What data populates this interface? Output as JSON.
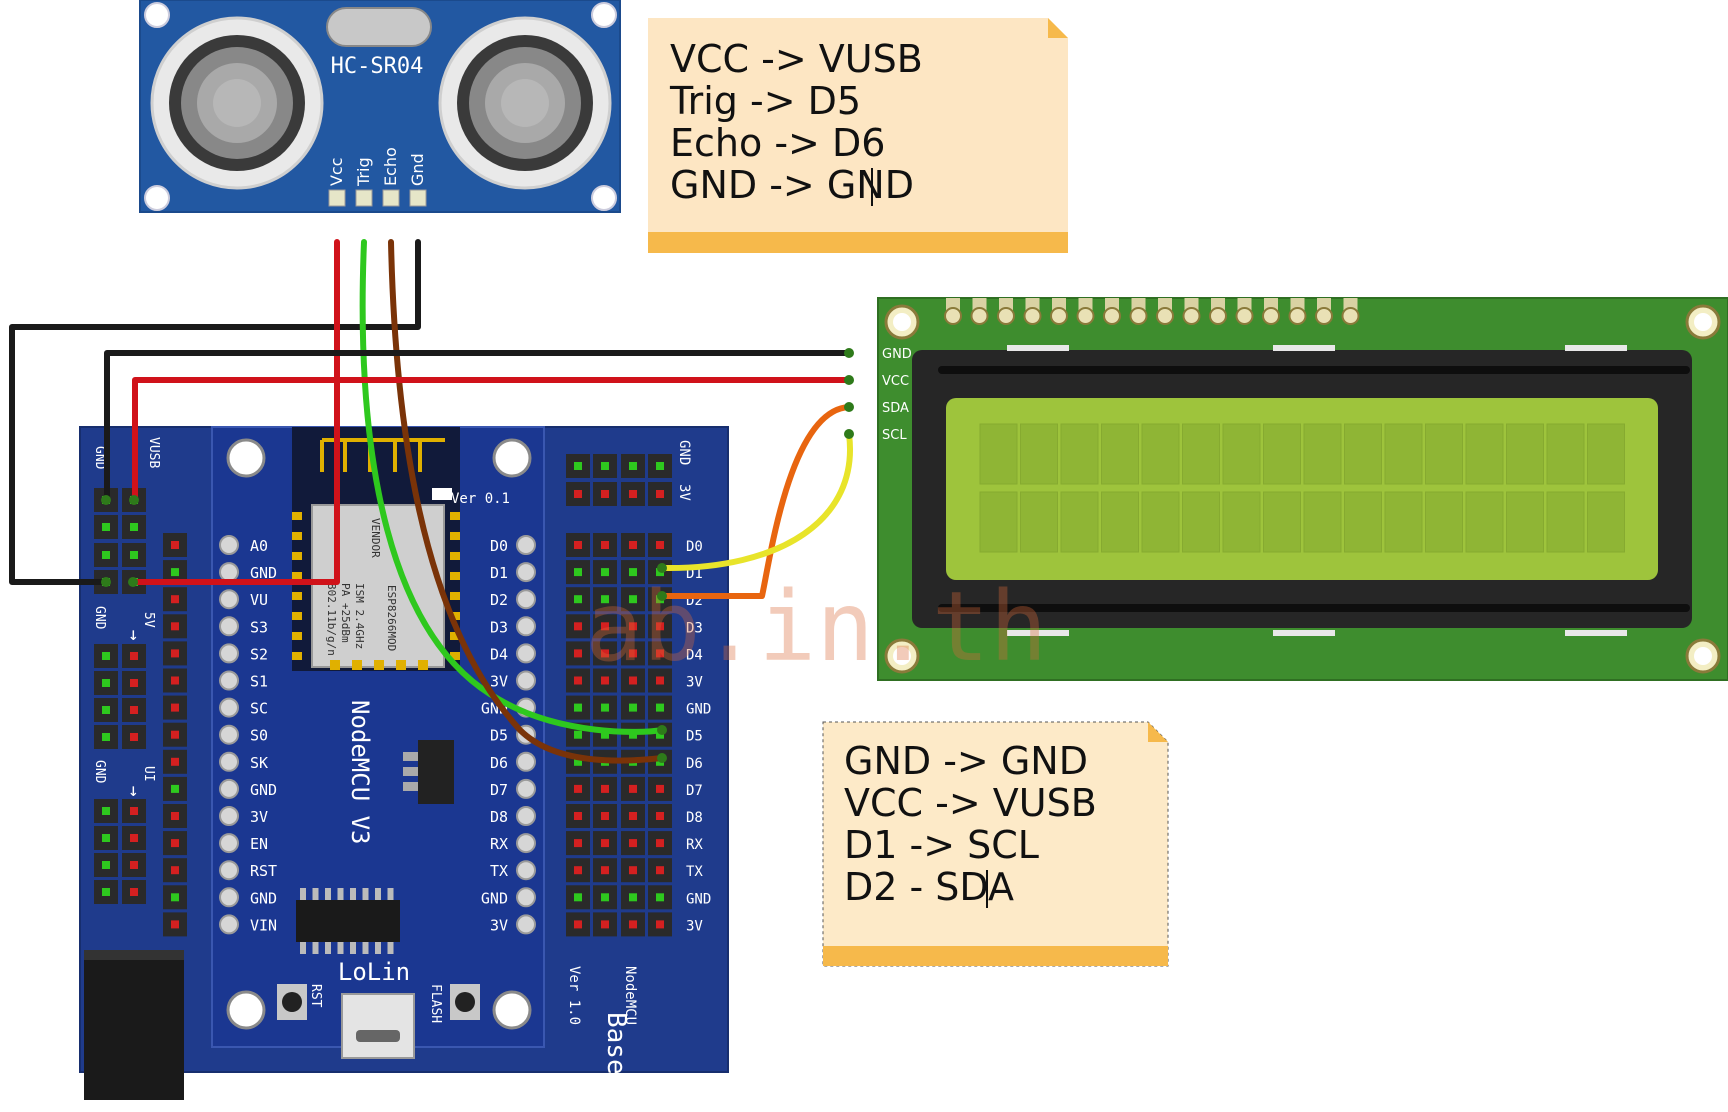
{
  "sensor": {
    "name": "HC-SR04",
    "pins": [
      "Vcc",
      "Trig",
      "Echo",
      "Gnd"
    ]
  },
  "note_sensor": {
    "lines": [
      "VCC  -> VUSB",
      "Trig -> D5",
      "Echo -> D6",
      "GND -> GND"
    ]
  },
  "note_lcd": {
    "lines": [
      "GND -> GND",
      "VCC -> VUSB",
      "D1 -> SCL",
      "D2 - SDA"
    ]
  },
  "lcd": {
    "pins": [
      "GND",
      "VCC",
      "SDA",
      "SCL"
    ]
  },
  "board": {
    "title": "NodeMCU V3",
    "brand": "LoLin",
    "version": "Ver 0.1",
    "rst_label": "RST",
    "flash_label": "FLASH",
    "left_pins": [
      "A0",
      "GND",
      "VU",
      "S3",
      "S2",
      "S1",
      "SC",
      "S0",
      "SK",
      "GND",
      "3V",
      "EN",
      "RST",
      "GND",
      "VIN"
    ],
    "right_pins": [
      "D0",
      "D1",
      "D2",
      "D3",
      "D4",
      "3V",
      "GND",
      "D5",
      "D6",
      "D7",
      "D8",
      "RX",
      "TX",
      "GND",
      "3V"
    ],
    "chip": {
      "vendor": "VENDOR",
      "model": "ESP8266MOD",
      "spec1": "ISM  2.4GHz",
      "spec2": "PA  +25dBm",
      "spec3": "802.11b/g/n"
    }
  },
  "base": {
    "title": "NodeMCU",
    "subtitle": "Base",
    "version": "Ver 1.0",
    "right_top": [
      "GND",
      "3V"
    ],
    "right_pins": [
      "D0",
      "D1",
      "D2",
      "D3",
      "D4",
      "3V",
      "GND",
      "D5",
      "D6",
      "D7",
      "D8",
      "RX",
      "TX",
      "GND",
      "3V"
    ],
    "left_top": [
      "GND",
      "VUSB"
    ],
    "left_mid": [
      "GND",
      "5V"
    ],
    "left_low": [
      "GND",
      "UI"
    ]
  },
  "watermark": "ab.in.th",
  "colors": {
    "board_blue": "#1e3a8a",
    "sensor_blue": "#2257a0",
    "lcd_green": "#3f8f2f",
    "lcd_screen": "#9ec43c",
    "note_fill": "#fde5c0",
    "note_band": "#f6b94b",
    "wire_red": "#d0121a",
    "wire_black": "#1a1a1a",
    "wire_green": "#2ec81e",
    "wire_brown": "#7a3308",
    "wire_orange": "#e8650f",
    "wire_yellow": "#e8e42a"
  }
}
